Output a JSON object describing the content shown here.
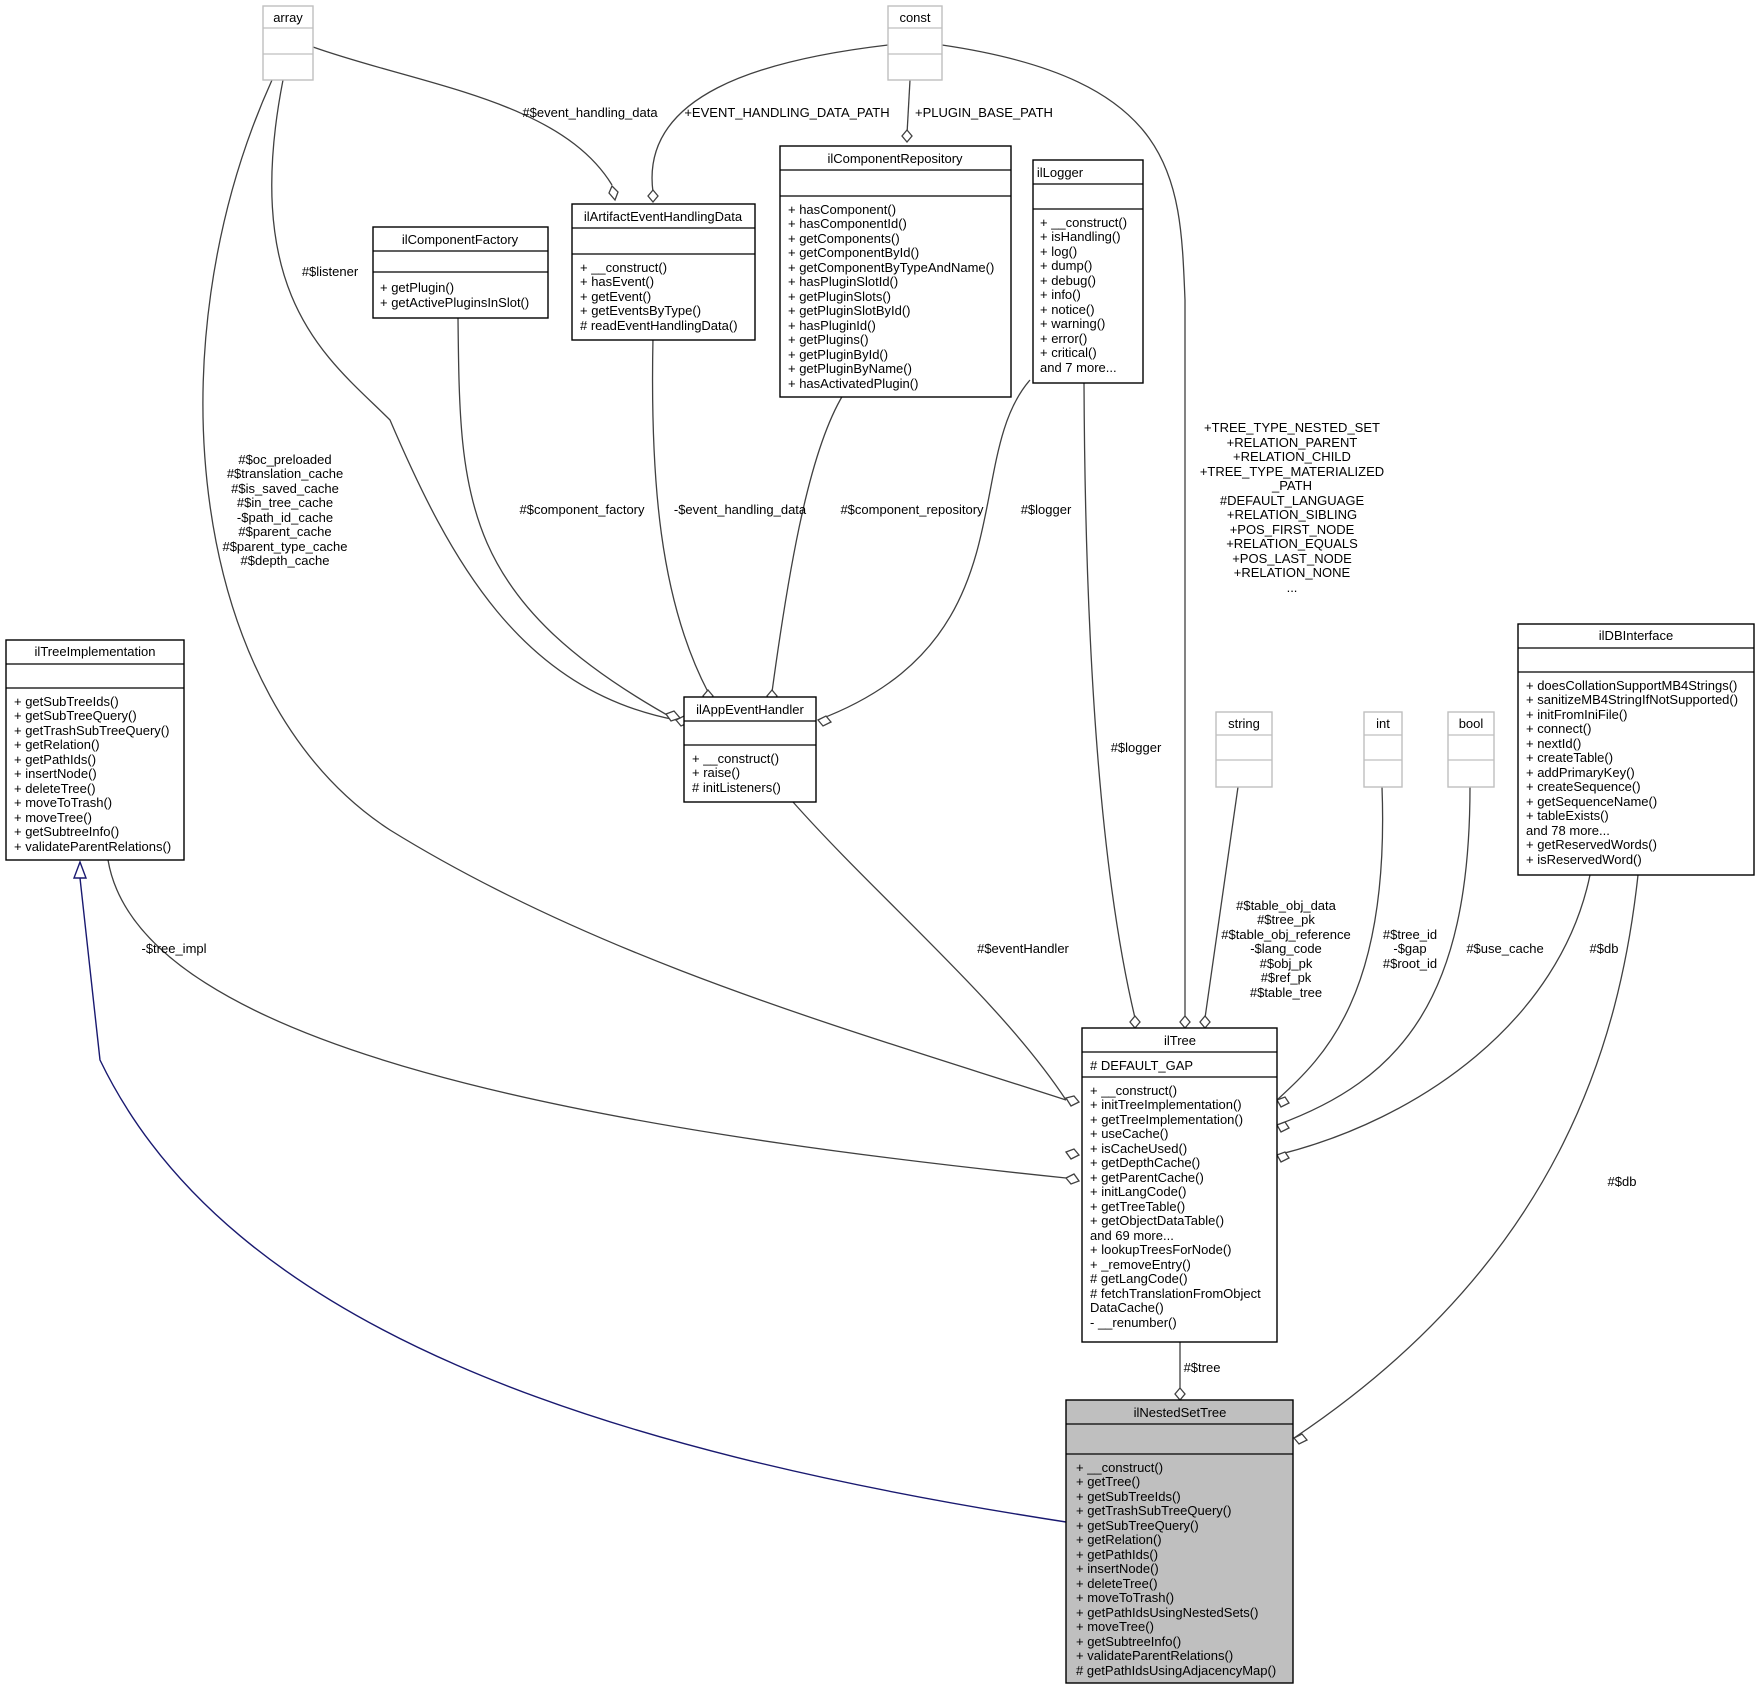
{
  "classes": {
    "array": {
      "name": "array",
      "attributes": [],
      "methods": []
    },
    "const": {
      "name": "const",
      "attributes": [],
      "methods": []
    },
    "string": {
      "name": "string",
      "attributes": [],
      "methods": []
    },
    "int": {
      "name": "int",
      "attributes": [],
      "methods": []
    },
    "bool": {
      "name": "bool",
      "attributes": [],
      "methods": []
    },
    "ilComponentFactory": {
      "name": "ilComponentFactory",
      "attributes": [],
      "methods": [
        "+ getPlugin()",
        "+ getActivePluginsInSlot()"
      ]
    },
    "ilArtifactEventHandlingData": {
      "name": "ilArtifactEventHandlingData",
      "attributes": [],
      "methods": [
        "+ __construct()",
        "+ hasEvent()",
        "+ getEvent()",
        "+ getEventsByType()",
        "# readEventHandlingData()"
      ]
    },
    "ilComponentRepository": {
      "name": "ilComponentRepository",
      "attributes": [],
      "methods": [
        "+ hasComponent()",
        "+ hasComponentId()",
        "+ getComponents()",
        "+ getComponentById()",
        "+ getComponentByTypeAndName()",
        "+ hasPluginSlotId()",
        "+ getPluginSlots()",
        "+ getPluginSlotById()",
        "+ hasPluginId()",
        "+ getPlugins()",
        "+ getPluginById()",
        "+ getPluginByName()",
        "+ hasActivatedPlugin()"
      ]
    },
    "ilLogger": {
      "name": "ilLogger",
      "attributes": [],
      "methods": [
        "+ __construct()",
        "+ isHandling()",
        "+ log()",
        "+ dump()",
        "+ debug()",
        "+ info()",
        "+ notice()",
        "+ warning()",
        "+ error()",
        "+ critical()",
        "and 7 more..."
      ]
    },
    "ilTreeImplementation": {
      "name": "ilTreeImplementation",
      "attributes": [],
      "methods": [
        "+ getSubTreeIds()",
        "+ getSubTreeQuery()",
        "+ getTrashSubTreeQuery()",
        "+ getRelation()",
        "+ getPathIds()",
        "+ insertNode()",
        "+ deleteTree()",
        "+ moveToTrash()",
        "+ moveTree()",
        "+ getSubtreeInfo()",
        "+ validateParentRelations()"
      ]
    },
    "ilAppEventHandler": {
      "name": "ilAppEventHandler",
      "attributes": [],
      "methods": [
        "+ __construct()",
        "+ raise()",
        "# initListeners()"
      ]
    },
    "ilDBInterface": {
      "name": "ilDBInterface",
      "attributes": [],
      "methods": [
        "+ doesCollationSupportMB4Strings()",
        "+ sanitizeMB4StringIfNotSupported()",
        "+ initFromIniFile()",
        "+ connect()",
        "+ nextId()",
        "+ createTable()",
        "+ addPrimaryKey()",
        "+ createSequence()",
        "+ getSequenceName()",
        "+ tableExists()",
        "and 78 more...",
        "+ getReservedWords()",
        "+ isReservedWord()"
      ]
    },
    "ilTree": {
      "name": "ilTree",
      "attributes": [
        "# DEFAULT_GAP"
      ],
      "methods": [
        "+ __construct()",
        "+ initTreeImplementation()",
        "+ getTreeImplementation()",
        "+ useCache()",
        "+ isCacheUsed()",
        "+ getDepthCache()",
        "+ getParentCache()",
        "+ initLangCode()",
        "+ getTreeTable()",
        "+ getObjectDataTable()",
        "and 69 more...",
        "+ lookupTreesForNode()",
        "+ _removeEntry()",
        "# getLangCode()",
        "# fetchTranslationFromObject",
        "DataCache()",
        "- __renumber()"
      ]
    },
    "ilNestedSetTree": {
      "name": "ilNestedSetTree",
      "attributes": [],
      "methods": [
        "+ __construct()",
        "+ getTree()",
        "+ getSubTreeIds()",
        "+ getTrashSubTreeQuery()",
        "+ getSubTreeQuery()",
        "+ getRelation()",
        "+ getPathIds()",
        "+ insertNode()",
        "+ deleteTree()",
        "+ moveToTrash()",
        "+ getPathIdsUsingNestedSets()",
        "+ moveTree()",
        "+ getSubtreeInfo()",
        "+ validateParentRelations()",
        "# getPathIdsUsingAdjacencyMap()"
      ]
    }
  },
  "edge_labels": {
    "event_handling_data": [
      "#$event_handling_data"
    ],
    "event_handling_data_path": [
      "+EVENT_HANDLING_DATA_PATH"
    ],
    "plugin_base_path": [
      "+PLUGIN_BASE_PATH"
    ],
    "listener": [
      "#$listener"
    ],
    "caches": [
      "#$oc_preloaded",
      "#$translation_cache",
      "#$is_saved_cache",
      "#$in_tree_cache",
      "-$path_id_cache",
      "#$parent_cache",
      "#$parent_type_cache",
      "#$depth_cache"
    ],
    "component_factory": [
      "#$component_factory"
    ],
    "ev_handling_data_private": [
      "-$event_handling_data"
    ],
    "component_repository": [
      "#$component_repository"
    ],
    "logger_app": [
      "#$logger"
    ],
    "const_ilTree": [
      "+TREE_TYPE_NESTED_SET",
      "+RELATION_PARENT",
      "+RELATION_CHILD",
      "+TREE_TYPE_MATERIALIZED",
      "_PATH",
      "#DEFAULT_LANGUAGE",
      "+RELATION_SIBLING",
      "+POS_FIRST_NODE",
      "+RELATION_EQUALS",
      "+POS_LAST_NODE",
      "+RELATION_NONE",
      "..."
    ],
    "logger_tree": [
      "#$logger"
    ],
    "string_tree": [
      "#$table_obj_data",
      "#$tree_pk",
      "#$table_obj_reference",
      "-$lang_code",
      "#$obj_pk",
      "#$ref_pk",
      "#$table_tree"
    ],
    "int_tree": [
      "#$tree_id",
      "-$gap",
      "#$root_id"
    ],
    "bool_tree": [
      "#$use_cache"
    ],
    "db_tree": [
      "#$db"
    ],
    "tree_impl": [
      "-$tree_impl"
    ],
    "event_handler": [
      "#$eventHandler"
    ],
    "db_nested": [
      "#$db"
    ],
    "tree_nested": [
      "#$tree"
    ]
  }
}
